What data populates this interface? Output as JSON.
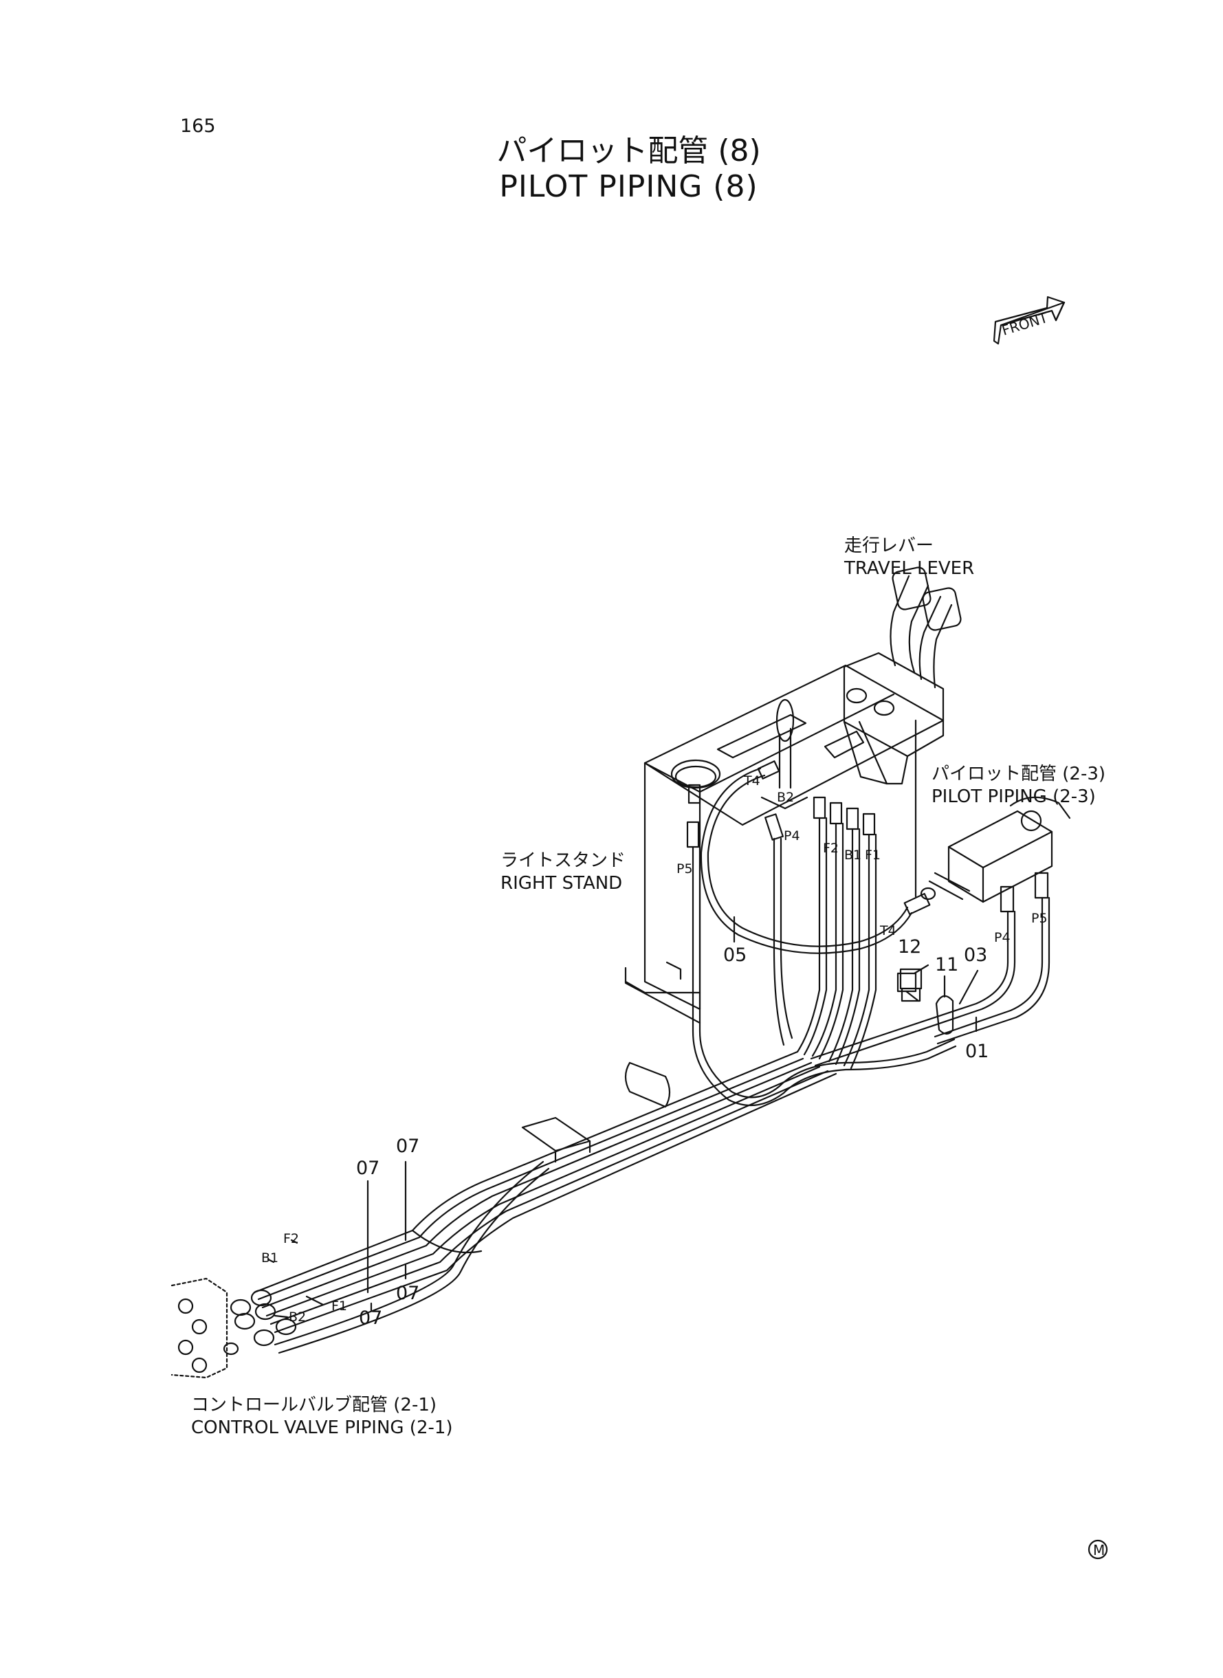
{
  "page_number": "165",
  "title": {
    "ja": "パイロット配管 (8)",
    "en": "PILOT PIPING (8)"
  },
  "front_arrow_label": "FRONT",
  "labels": {
    "travel_lever": {
      "ja": "走行レバー",
      "en": "TRAVEL LEVER"
    },
    "pilot_piping_2_3": {
      "ja": "パイロット配管 (2-3)",
      "en": "PILOT PIPING (2-3)"
    },
    "right_stand": {
      "ja": "ライトスタンド",
      "en": "RIGHT STAND"
    },
    "control_valve_piping": {
      "ja": "コントロールバルブ配管 (2-1)",
      "en": "CONTROL VALVE PIPING (2-1)"
    }
  },
  "callouts": {
    "p05": "05",
    "p12": "12",
    "p11": "11",
    "p03": "03",
    "p01": "01",
    "p07_upper_left": "07",
    "p07_upper_right": "07",
    "p07_lower_left": "07",
    "p07_lower_right": "07"
  },
  "ports": {
    "t4_top": "T4",
    "b2_top": "B2",
    "p4_stand": "P4",
    "f2_stand": "F2",
    "b1_stand": "B1",
    "f1_stand": "F1",
    "p5_stand": "P5",
    "t4_mid": "T4",
    "p4_right": "P4",
    "p5_right": "P5",
    "f2_valve": "F2",
    "b1_valve": "B1",
    "f1_valve": "F1",
    "b2_valve": "B2"
  },
  "mark_m": "M"
}
